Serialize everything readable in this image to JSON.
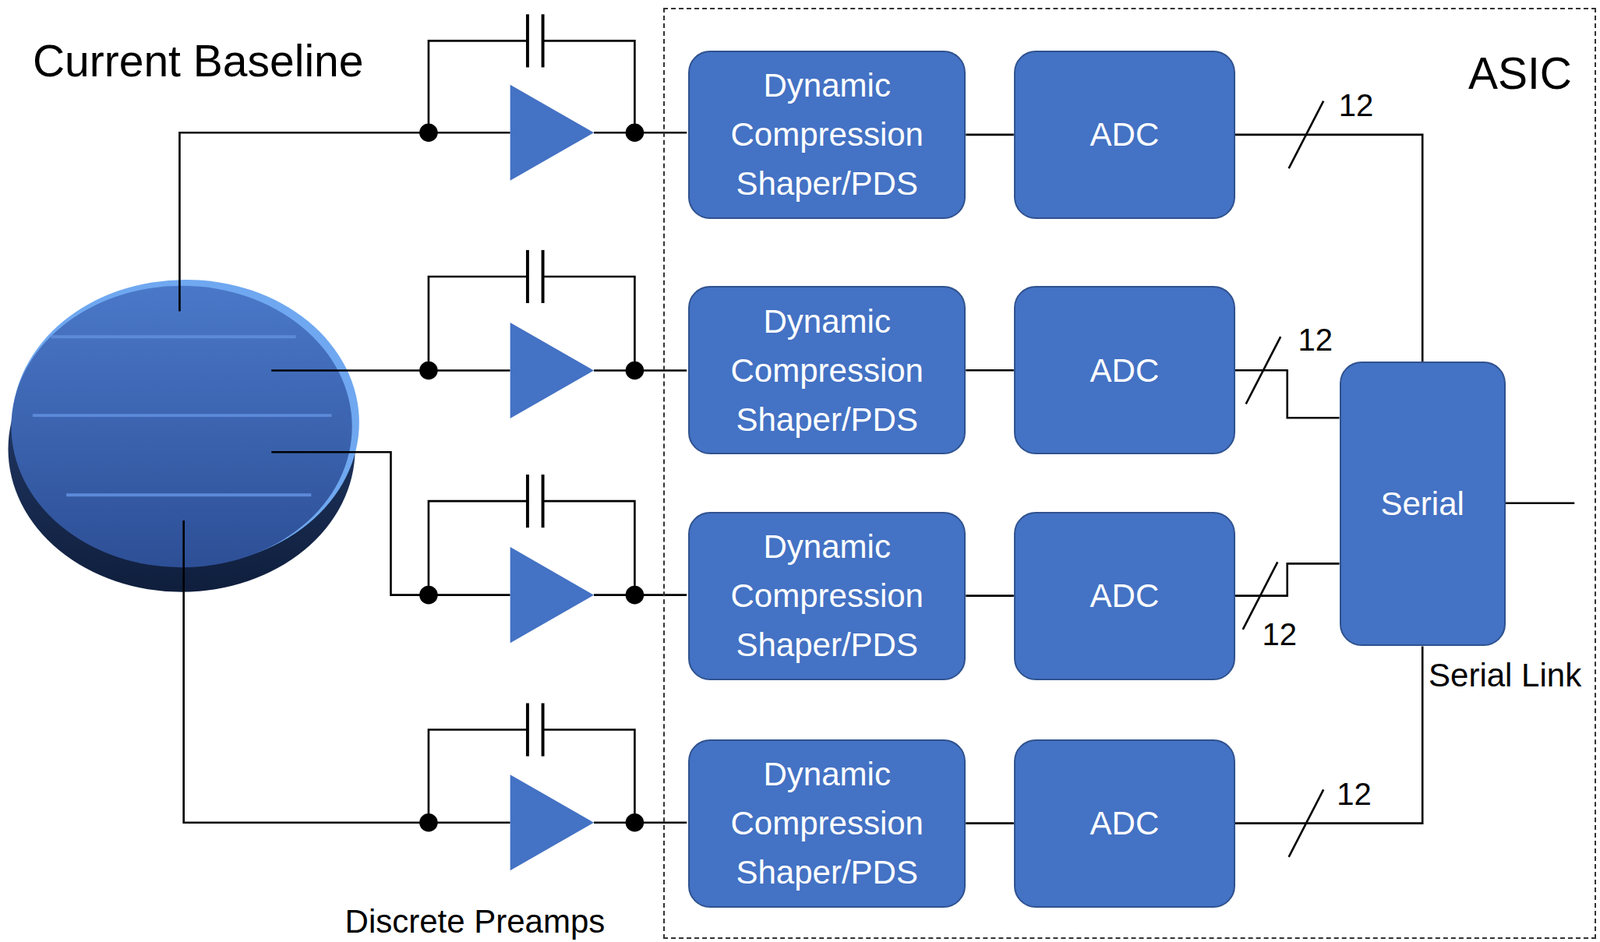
{
  "diagram": {
    "title": "Current Baseline",
    "nodes": [
      {
        "text": [
          "ASIC"
        ]
      },
      {
        "text": [
          "Dynamic Compression Shaper/PDS"
        ],
        "in": 0
      },
      {
        "text": [
          "ADC"
        ],
        "in": 0
      },
      {
        "text": [
          "Dynamic Compression Shaper/PDS"
        ],
        "in": 0
      },
      {
        "text": [
          "ADC"
        ],
        "in": 0
      },
      {
        "text": [
          "Dynamic Compression Shaper/PDS"
        ],
        "in": 0
      },
      {
        "text": [
          "ADC"
        ],
        "in": 0
      },
      {
        "text": [
          "Dynamic Compression Shaper/PDS"
        ],
        "in": 0
      },
      {
        "text": [
          "ADC"
        ],
        "in": 0
      },
      {
        "text": [
          "Serial"
        ],
        "in": 0
      }
    ],
    "edges": [
      {
        "from": 1,
        "to": 2,
        "arrow": "none"
      },
      {
        "from": 3,
        "to": 4,
        "arrow": "none"
      },
      {
        "from": 5,
        "to": 6,
        "arrow": "none"
      },
      {
        "from": 7,
        "to": 8,
        "arrow": "none"
      },
      {
        "from": 2,
        "to": 9,
        "label": "12",
        "arrow": "none"
      },
      {
        "from": 4,
        "to": 9,
        "label": "12",
        "arrow": "none"
      },
      {
        "from": 6,
        "to": 9,
        "label": "12",
        "arrow": "none"
      },
      {
        "from": 8,
        "to": 9,
        "label": "12",
        "arrow": "none"
      }
    ],
    "labels": [
      "Discrete Preamps",
      "Serial Link"
    ]
  }
}
